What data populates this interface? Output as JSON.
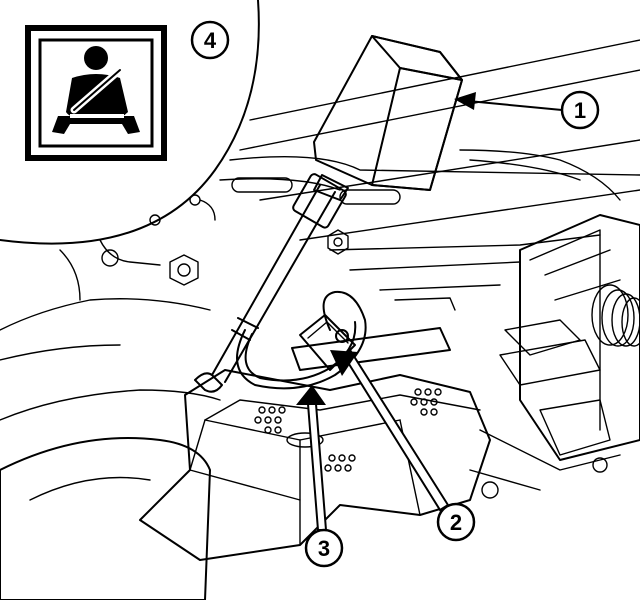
{
  "callouts": [
    {
      "id": "callout-1",
      "label": "1"
    },
    {
      "id": "callout-2",
      "label": "2"
    },
    {
      "id": "callout-3",
      "label": "3"
    },
    {
      "id": "callout-4",
      "label": "4"
    }
  ],
  "icons": {
    "warning_symbol": "seatbelt-icon",
    "main_part": "seat-belt-buckle-icon"
  },
  "colors": {
    "line": "#000000",
    "buckle_fill": "#9a9a9a",
    "buckle_dark": "#6a6a6a",
    "background": "#ffffff"
  }
}
